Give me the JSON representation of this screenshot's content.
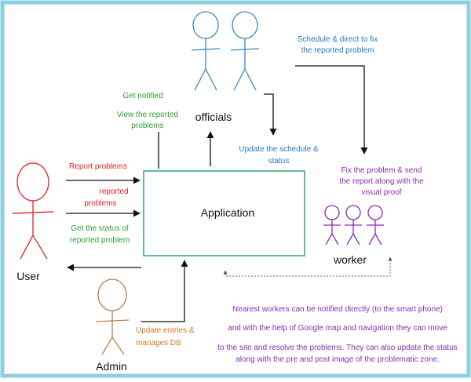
{
  "colors": {
    "border": "#8ccfe0",
    "user": "#e8303a",
    "officials": "#3a87c8",
    "admin": "#c07a4a",
    "worker": "#8a2fb0",
    "app": "#2fa86a",
    "green_text": "#2e9e36",
    "red_text": "#e2202a",
    "blue_text": "#2a77c0",
    "orange_text": "#d07a22",
    "purple_text": "#8a2fb0",
    "arrow": "#111111",
    "dotted": "#666666"
  },
  "actors": {
    "user": "User",
    "officials": "officials",
    "admin": "Admin",
    "worker": "worker"
  },
  "application": "Application",
  "labels": {
    "schedule_direct_1": "Schedule & direct to fix",
    "schedule_direct_2": "the reported problem",
    "get_notified": "Get notified",
    "view_reported_1": "View the reported",
    "view_reported_2": "problems",
    "update_schedule_1": "Update the schedule &",
    "update_schedule_2": "status",
    "fix_problem_1": "Fix the problem & send",
    "fix_problem_2": "the report along with the",
    "fix_problem_3": "visual proof",
    "report_problems": "Report problems",
    "reported_problems_1": "reported",
    "reported_problems_2": "problems",
    "get_status_1": "Get the status of",
    "get_status_2": "reported problem",
    "update_entries_1": "Update entries &",
    "update_entries_2": "manages DB"
  },
  "notes": [
    "Nearest workers can be notified directly (to the smart phone)",
    "and with the help of Google map and navigation they can move",
    "to the site and resolve the problems. They can also update the status",
    "along with the pre and post image of the problematic zone."
  ]
}
